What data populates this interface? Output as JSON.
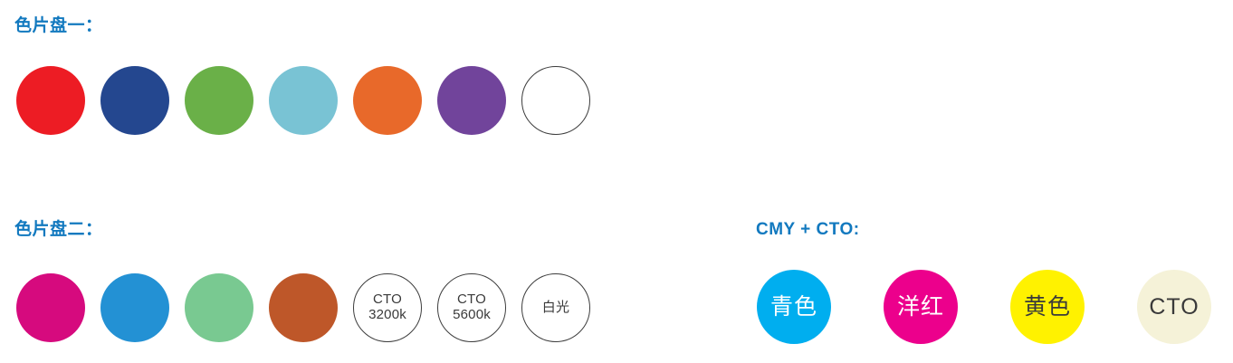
{
  "theme": {
    "background": "#ffffff",
    "title_color": "#1279bf",
    "outline_stroke": "#3c3c3c",
    "dark_label": "#3a3a3a"
  },
  "sections": {
    "palette_one": {
      "title": "色片盘一：",
      "swatches": [
        {
          "name": "swatch-red",
          "color": "#ed1c24",
          "label": "",
          "outlined": false,
          "label_color": ""
        },
        {
          "name": "swatch-blue",
          "color": "#24478f",
          "label": "",
          "outlined": false,
          "label_color": ""
        },
        {
          "name": "swatch-green",
          "color": "#6ab048",
          "label": "",
          "outlined": false,
          "label_color": ""
        },
        {
          "name": "swatch-light-blue",
          "color": "#79c3d4",
          "label": "",
          "outlined": false,
          "label_color": ""
        },
        {
          "name": "swatch-orange",
          "color": "#e8692a",
          "label": "",
          "outlined": false,
          "label_color": ""
        },
        {
          "name": "swatch-purple",
          "color": "#71449b",
          "label": "",
          "outlined": false,
          "label_color": ""
        },
        {
          "name": "swatch-white",
          "color": "#ffffff",
          "label": "",
          "outlined": true,
          "label_color": ""
        }
      ]
    },
    "palette_two": {
      "title": "色片盘二：",
      "swatches": [
        {
          "name": "swatch-magenta",
          "color": "#d60a7e",
          "label": "",
          "outlined": false,
          "label_color": ""
        },
        {
          "name": "swatch-sky-blue",
          "color": "#2391d4",
          "label": "",
          "outlined": false,
          "label_color": ""
        },
        {
          "name": "swatch-mint-green",
          "color": "#79c991",
          "label": "",
          "outlined": false,
          "label_color": ""
        },
        {
          "name": "swatch-rust",
          "color": "#be5729",
          "label": "",
          "outlined": false,
          "label_color": ""
        },
        {
          "name": "swatch-cto-3200k",
          "color": "#ffffff",
          "label": "CTO\n3200k",
          "outlined": true,
          "label_color": "#3a3a3a"
        },
        {
          "name": "swatch-cto-5600k",
          "color": "#ffffff",
          "label": "CTO\n5600k",
          "outlined": true,
          "label_color": "#3a3a3a"
        },
        {
          "name": "swatch-white-light",
          "color": "#ffffff",
          "label": "白光",
          "outlined": true,
          "label_color": "#3a3a3a"
        }
      ]
    },
    "cmy_cto": {
      "title": "CMY + CTO:",
      "swatches": [
        {
          "name": "swatch-cyan",
          "color": "#00aeef",
          "label": "青色",
          "outlined": false,
          "label_color": "#ffffff"
        },
        {
          "name": "swatch-magenta",
          "color": "#ec008c",
          "label": "洋红",
          "outlined": false,
          "label_color": "#ffffff"
        },
        {
          "name": "swatch-yellow",
          "color": "#fff200",
          "label": "黄色",
          "outlined": false,
          "label_color": "#3a3a3a"
        },
        {
          "name": "swatch-cto",
          "color": "#f5f2d8",
          "label": "CTO",
          "outlined": false,
          "label_color": "#3a3a3a"
        }
      ]
    }
  }
}
